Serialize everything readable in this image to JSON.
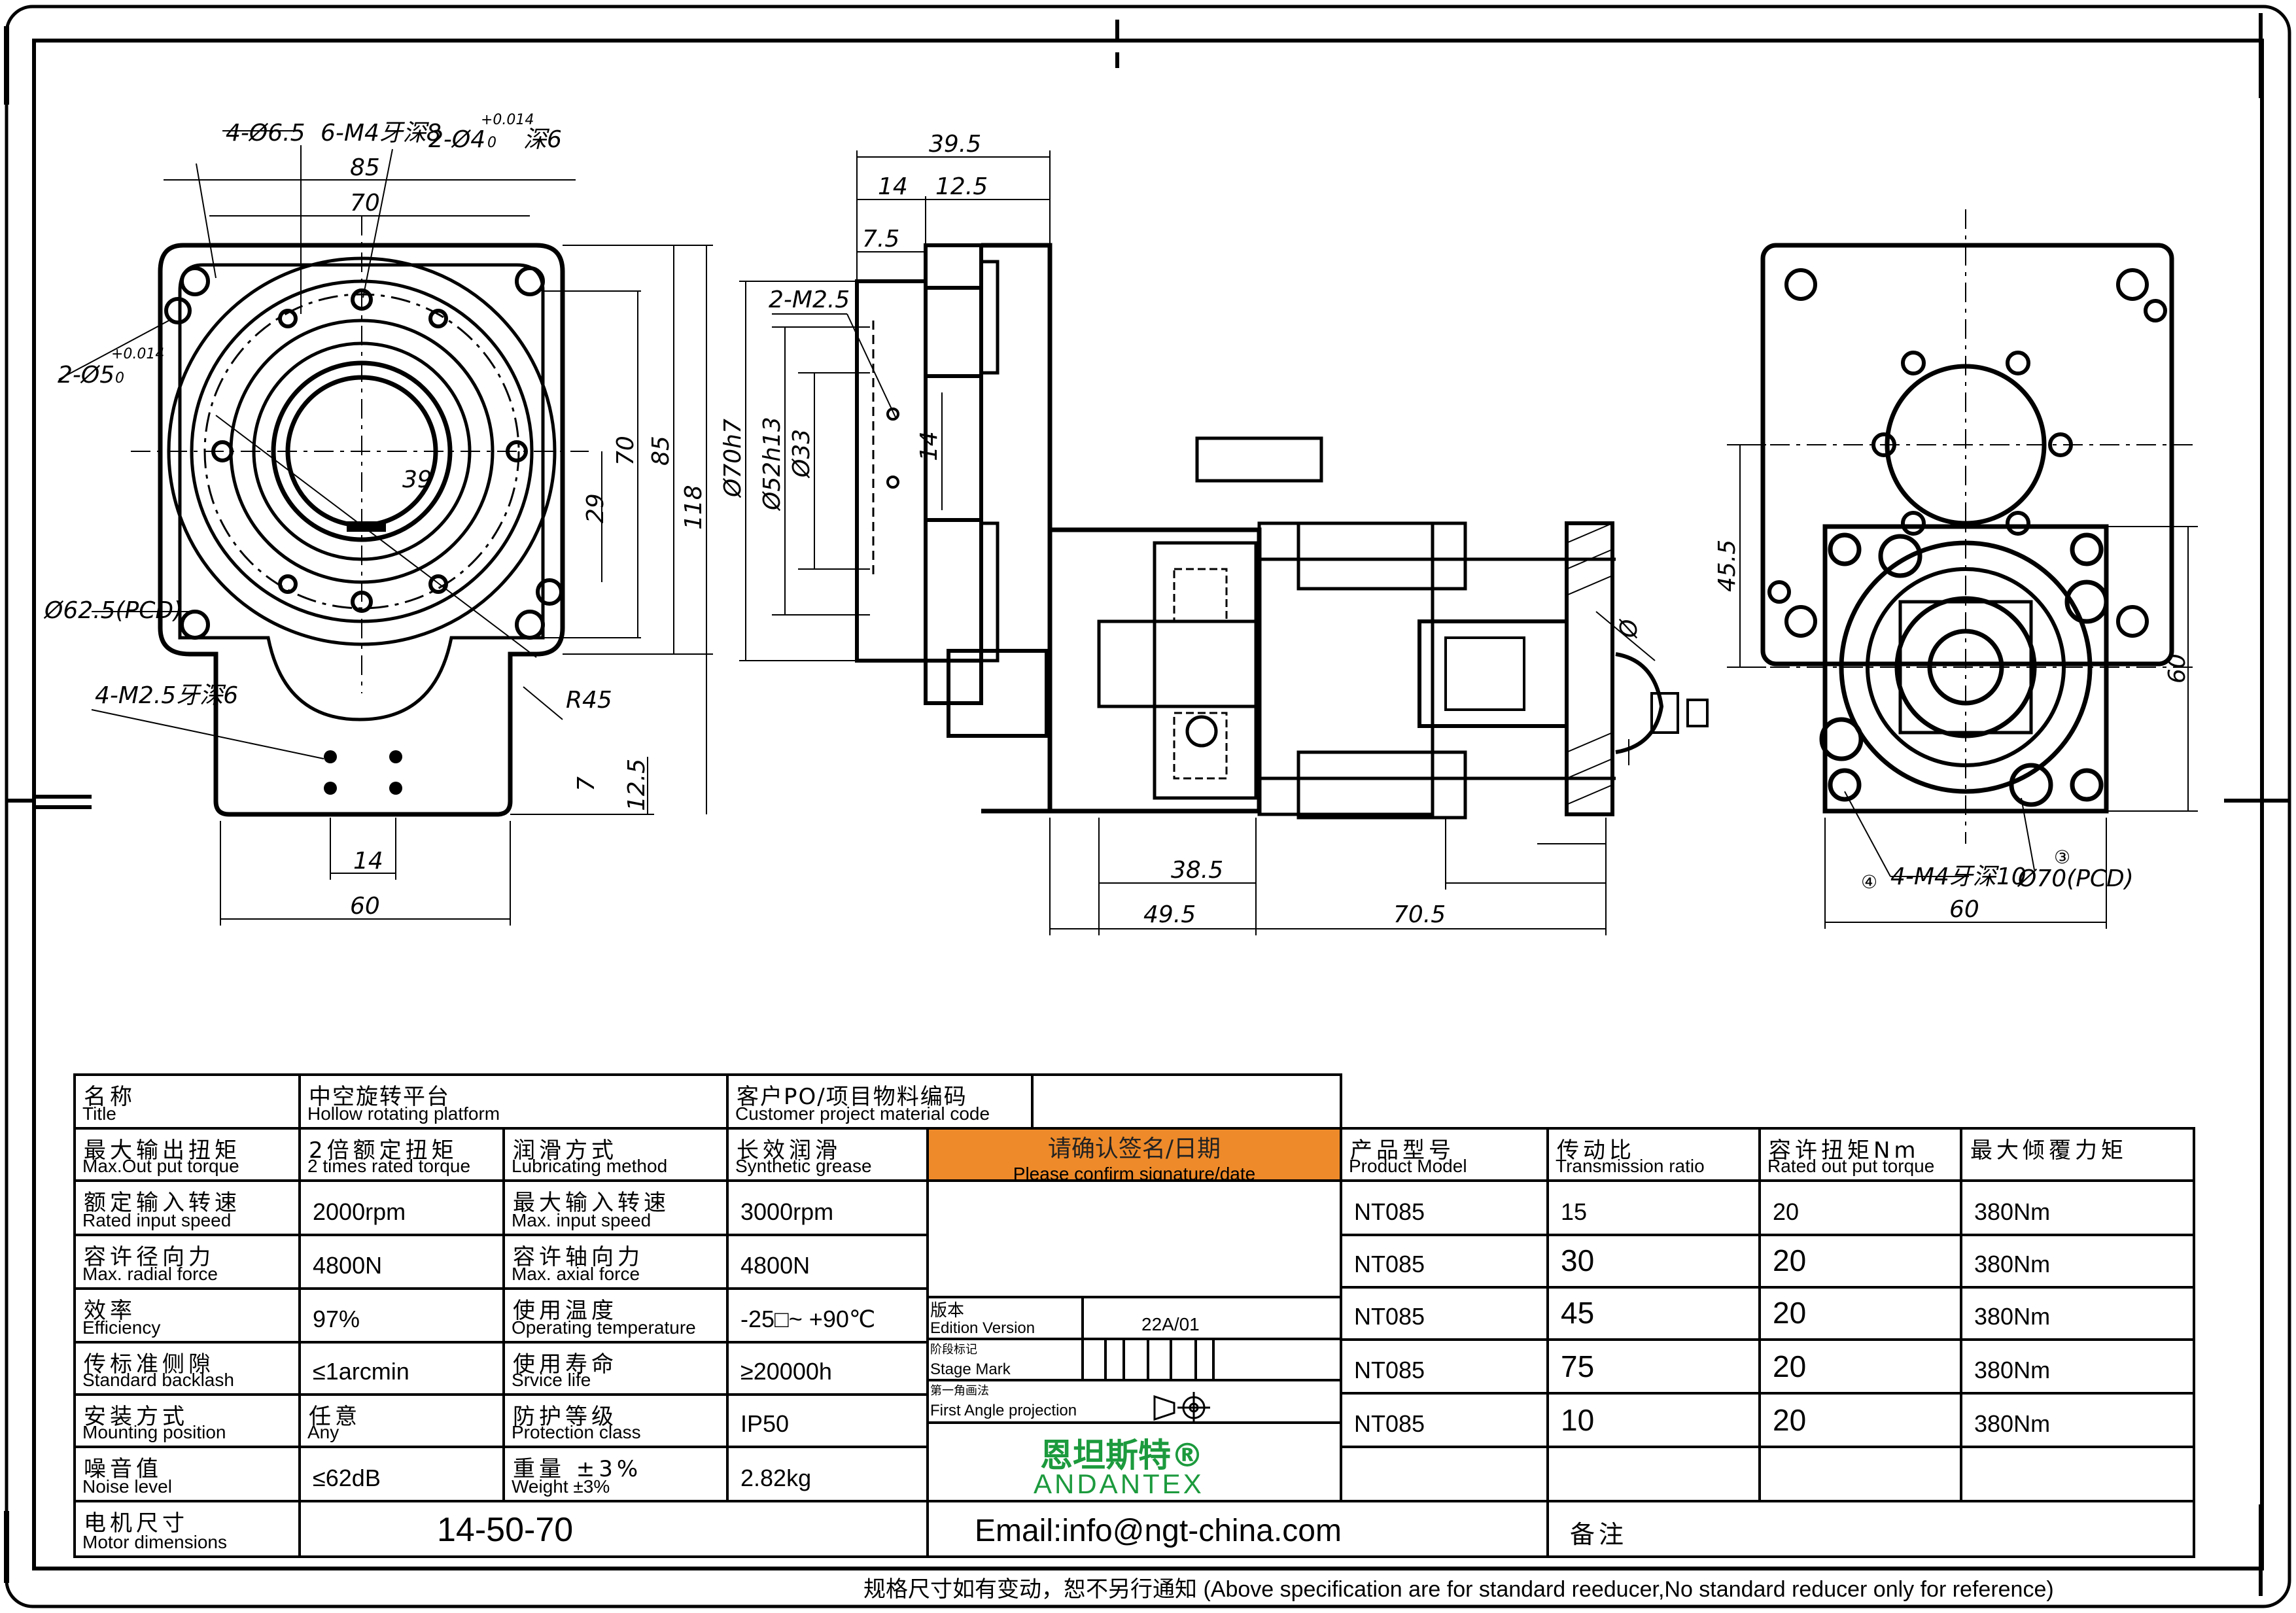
{
  "dims": {
    "front": {
      "d4": "4-Ø6.5",
      "m4": "6-M4牙深8",
      "pin": "2-Ø4",
      "pin_tol": "+0.014",
      "pin_tol_low": "0",
      "pin_depth": "深6",
      "pin5": "2-Ø5",
      "pin5_tol": "+0.014",
      "pin5_tol_low": "0",
      "w85": "85",
      "w70": "70",
      "d39": "39",
      "h29": "29",
      "h70": "70",
      "h85": "85",
      "h118": "118",
      "pcd": "Ø62.5(PCD)",
      "m25": "4-M2.5牙深6",
      "r45": "R45",
      "h7": "7",
      "h125": "12.5",
      "w14": "14",
      "w60": "60"
    },
    "side": {
      "w395": "39.5",
      "w14": "14",
      "w125": "12.5",
      "w75": "7.5",
      "m25": "2-M2.5",
      "d70": "Ø70h7",
      "d52": "Ø52h13",
      "d33": "Ø33",
      "h14": "14",
      "phi": "Ø",
      "w385": "38.5",
      "w495": "49.5",
      "w705": "70.5"
    },
    "rear": {
      "h455": "45.5",
      "h60": "60",
      "m4": "4-M4牙深10",
      "pcd": "Ø70(PCD)",
      "w60": "60",
      "c3": "③",
      "c4": "④"
    }
  },
  "specs": {
    "title_zh": "名称",
    "title_en": "Title",
    "title_val_zh": "中空旋转平台",
    "title_val_en": "Hollow rotating platform",
    "po_zh": "客户PO/项目物料编码",
    "po_en": "Customer project material code",
    "rows": [
      {
        "zh1": "最大输出扭矩",
        "en1": "Max.Out put torque",
        "v1zh": "2倍额定扭矩",
        "v1": "2 times rated torque",
        "zh2": "润滑方式",
        "en2": "Lubricating method",
        "v2zh": "长效润滑",
        "v2": "Synthetic grease"
      },
      {
        "zh1": "额定输入转速",
        "en1": "Rated input speed",
        "v1zh": "",
        "v1": "2000rpm",
        "zh2": "最大输入转速",
        "en2": "Max. input speed",
        "v2zh": "",
        "v2": "3000rpm"
      },
      {
        "zh1": "容许径向力",
        "en1": "Max. radial force",
        "v1zh": "",
        "v1": "4800N",
        "zh2": "容许轴向力",
        "en2": "Max. axial force",
        "v2zh": "",
        "v2": "4800N"
      },
      {
        "zh1": "效率",
        "en1": "Efficiency",
        "v1zh": "",
        "v1": "97%",
        "zh2": "使用温度",
        "en2": "Operating temperature",
        "v2zh": "",
        "v2": "-25□~ +90℃"
      },
      {
        "zh1": "传标准侧隙",
        "en1": "Standard backlash",
        "v1zh": "",
        "v1": "≤1arcmin",
        "zh2": "使用寿命",
        "en2": "Srvice life",
        "v2zh": "",
        "v2": "≥20000h"
      },
      {
        "zh1": "安装方式",
        "en1": "Mounting position",
        "v1zh": "任意",
        "v1": "Any",
        "zh2": "防护等级",
        "en2": "Protection class",
        "v2zh": "",
        "v2": "IP50"
      },
      {
        "zh1": "噪音值",
        "en1": "Noise level",
        "v1zh": "",
        "v1": "≤62dB",
        "zh2": "重量 ±3%",
        "en2": "Weight ±3%",
        "v2zh": "",
        "v2": "2.82kg"
      }
    ],
    "motor_zh": "电机尺寸",
    "motor_en": "Motor dimensions",
    "motor_val": "14-50-70"
  },
  "signature": {
    "head_zh": "请确认签名/日期",
    "head_en": "Please confirm signature/date",
    "edition_zh": "版本",
    "edition_en": "Edition Version",
    "edition_val": "22A/01",
    "stage_zh": "阶段标记",
    "stage_en": "Stage Mark",
    "proj_zh": "第一角画法",
    "proj_en": "First Angle projection",
    "logo_zh": "恩坦斯特®",
    "logo_en": "ANDANTEX",
    "email": "Email:info@ngt-china.com"
  },
  "models": {
    "headers": [
      {
        "zh": "产品型号",
        "en": "Product Model"
      },
      {
        "zh": "传动比",
        "en": "Transmission ratio"
      },
      {
        "zh": "容许扭矩Nm",
        "en": "Rated out put torque"
      },
      {
        "zh": "最大倾覆力矩",
        "en": ""
      }
    ],
    "rows": [
      [
        "NT085",
        "15",
        "20",
        "380Nm"
      ],
      [
        "NT085",
        "30",
        "20",
        "380Nm"
      ],
      [
        "NT085",
        "45",
        "20",
        "380Nm"
      ],
      [
        "NT085",
        "75",
        "20",
        "380Nm"
      ],
      [
        "NT085",
        "10",
        "20",
        "380Nm"
      ]
    ],
    "remark": "备注"
  },
  "footer": "规格尺寸如有变动，恕不另行通知   (Above specification are for standard reeducer,No standard reducer only for reference)"
}
